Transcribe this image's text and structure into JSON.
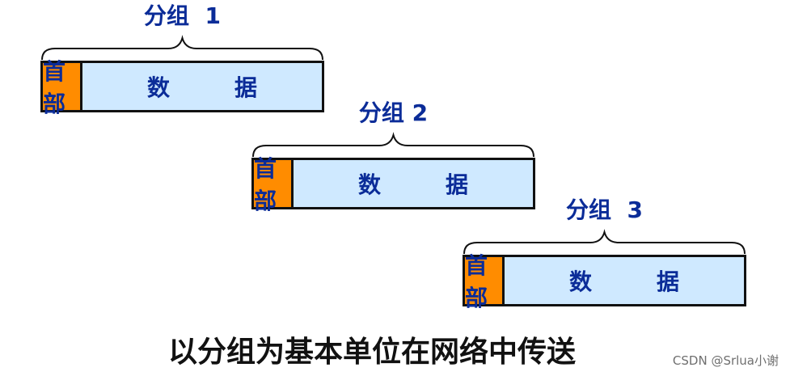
{
  "packets": [
    {
      "title": "分组  1",
      "header": "首部",
      "data": "数据"
    },
    {
      "title": "分组 2",
      "header": "首部",
      "data": "数据"
    },
    {
      "title": "分组  3",
      "header": "首部",
      "data": "数据"
    }
  ],
  "caption": "以分组为基本单位在网络中传送",
  "watermark": "CSDN @Srlua小谢",
  "colors": {
    "header_fill": "#ff8c00",
    "data_fill": "#cfe9ff",
    "label_text": "#0b2c98",
    "border": "#111111"
  }
}
